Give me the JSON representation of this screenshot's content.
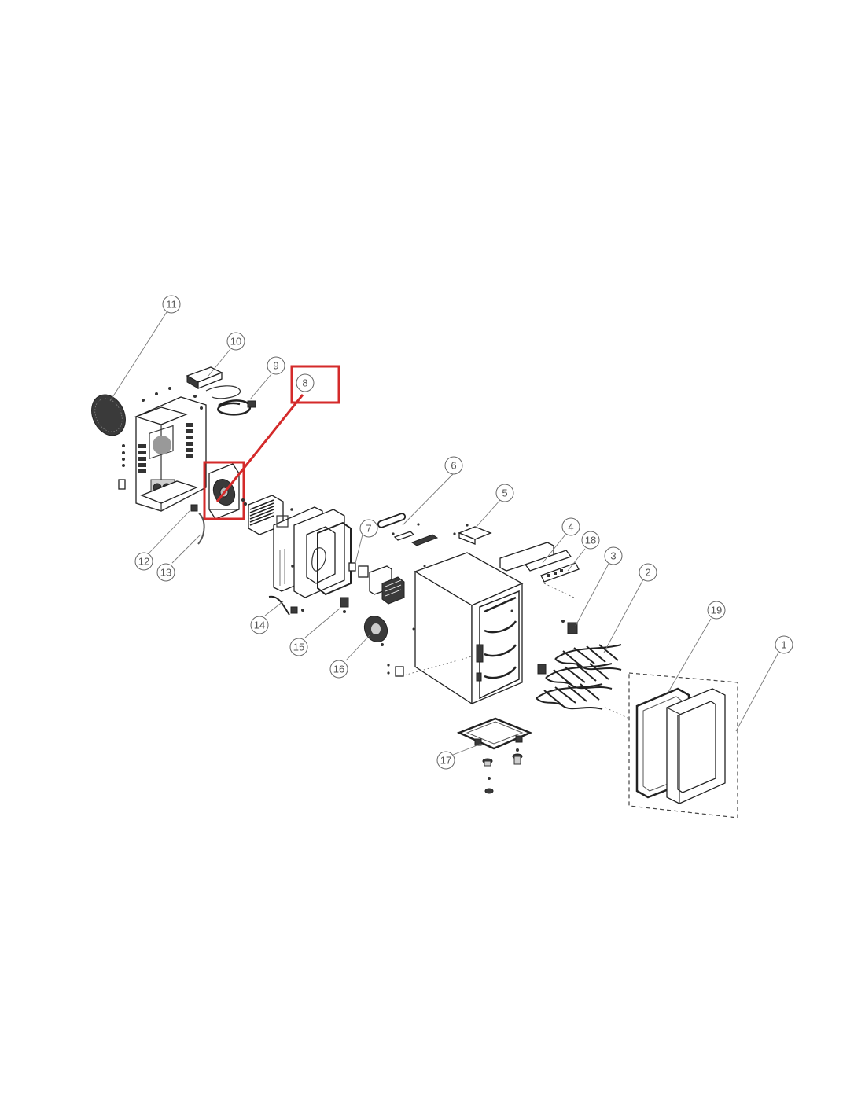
{
  "callouts": [
    {
      "id": "1",
      "label": "1"
    },
    {
      "id": "2",
      "label": "2"
    },
    {
      "id": "3",
      "label": "3"
    },
    {
      "id": "4",
      "label": "4"
    },
    {
      "id": "5",
      "label": "5"
    },
    {
      "id": "6",
      "label": "6"
    },
    {
      "id": "7",
      "label": "7"
    },
    {
      "id": "8",
      "label": "8"
    },
    {
      "id": "9",
      "label": "9"
    },
    {
      "id": "10",
      "label": "10"
    },
    {
      "id": "11",
      "label": "11"
    },
    {
      "id": "12",
      "label": "12"
    },
    {
      "id": "13",
      "label": "13"
    },
    {
      "id": "14",
      "label": "14"
    },
    {
      "id": "15",
      "label": "15"
    },
    {
      "id": "16",
      "label": "16"
    },
    {
      "id": "17",
      "label": "17"
    },
    {
      "id": "18",
      "label": "18"
    },
    {
      "id": "19",
      "label": "19"
    }
  ],
  "highlight": {
    "part": "8",
    "color": "#d42a2a"
  },
  "colors": {
    "line": "#333333",
    "callout": "#666666",
    "highlight": "#d42a2a"
  }
}
